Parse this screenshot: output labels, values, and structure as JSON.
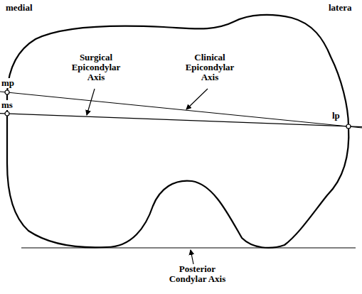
{
  "diagram": {
    "labels": [
      "medial",
      "latera",
      "Surgical Epicondylar Axis",
      "Clinical Epicondylar Axis",
      "mp",
      "ms",
      "lp",
      "Posterior Condylar Axis"
    ]
  }
}
